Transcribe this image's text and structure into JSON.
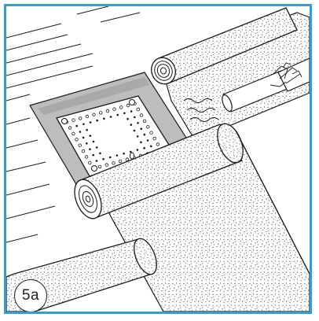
{
  "figure": {
    "step_label": "5a",
    "frame_color": "#2f9fd6",
    "membrane_color": "#bdbdbd",
    "line_color": "#1a1a1a",
    "paper_color": "#ffffff"
  },
  "parts": [
    "roof-boards",
    "underlay-membrane",
    "flat-roof-hatch-flange",
    "membrane-roll-top",
    "membrane-roll-middle",
    "membrane-roll-bottom",
    "hot-air-welder",
    "heat-waves"
  ]
}
